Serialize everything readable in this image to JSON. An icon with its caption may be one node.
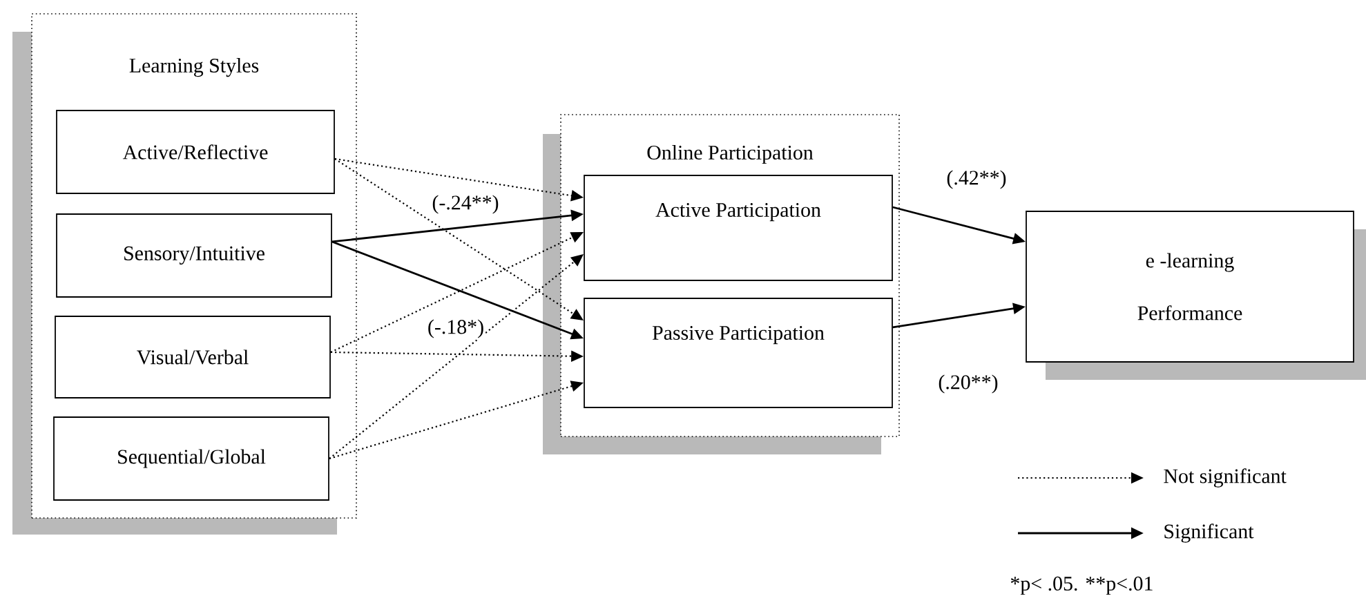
{
  "diagram": {
    "nodes": [
      {
        "text": [
          "Learning Styles"
        ]
      },
      {
        "text": [
          "Active/Reflective"
        ],
        "in": 0
      },
      {
        "text": [
          "Sensory/Intuitive"
        ],
        "in": 0
      },
      {
        "text": [
          "Visual/Verbal"
        ],
        "in": 0
      },
      {
        "text": [
          "Sequential/Global"
        ],
        "in": 0
      },
      {
        "text": [
          "Online Participation"
        ]
      },
      {
        "text": [
          "Active Participation"
        ],
        "in": 5
      },
      {
        "text": [
          "Passive Participation"
        ],
        "in": 5
      },
      {
        "text": [
          "e -learning Performance"
        ]
      }
    ],
    "edges": [
      {
        "from": 1,
        "to": 6,
        "arrow": "to",
        "style": "dashed"
      },
      {
        "from": 1,
        "to": 7,
        "arrow": "to",
        "style": "dashed"
      },
      {
        "from": 2,
        "to": 6,
        "arrow": "to",
        "label": "(-.24**)"
      },
      {
        "from": 2,
        "to": 7,
        "arrow": "to",
        "label": "(-.18*)"
      },
      {
        "from": 3,
        "to": 6,
        "arrow": "to",
        "style": "dashed"
      },
      {
        "from": 3,
        "to": 7,
        "arrow": "to",
        "style": "dashed"
      },
      {
        "from": 4,
        "to": 6,
        "arrow": "to",
        "style": "dashed"
      },
      {
        "from": 4,
        "to": 7,
        "arrow": "to",
        "style": "dashed"
      },
      {
        "from": 6,
        "to": 8,
        "arrow": "to",
        "label": "(.42**)"
      },
      {
        "from": 7,
        "to": 8,
        "arrow": "to",
        "label": "(.20**)"
      }
    ],
    "labels": [
      "*p< .05. **p<.01"
    ],
    "legend": [
      {
        "text": "Not significant"
      },
      {
        "text": "Significant"
      }
    ]
  }
}
